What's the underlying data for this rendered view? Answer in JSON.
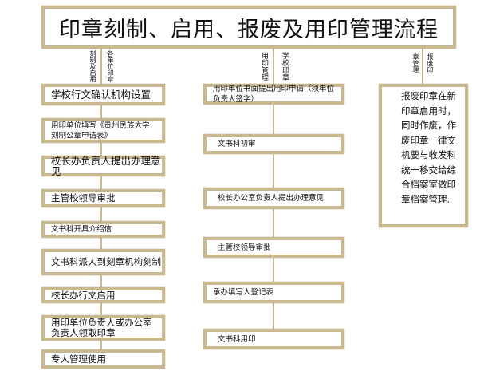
{
  "title": "印章刻制、启用、报废及用印管理流程",
  "columns": [
    {
      "label_left": "刻制及启用",
      "label_right": "各单位印章",
      "steps": [
        "学校行文确认机构设置",
        "用印单位填写《贵州民族大学刻制公章申请表》",
        "校长办负责人提出办理意见",
        "主管校领导审批",
        "文书科开具介绍信",
        "文书科派人到刻章机构刻制",
        "校长办行文启用",
        "用印单位负责人或办公室负责人领取印章",
        "专人管理使用"
      ]
    },
    {
      "label_left": "用印管理",
      "label_right": "学校印章",
      "steps": [
        "用印单位书面提出用印申请（须单位负责人签字）",
        "文书科初审",
        "校长办公室负责人提出办理意见",
        "主管校领导审批",
        "承办填写人登记表",
        "文书科用印"
      ]
    },
    {
      "label_left": "章管理",
      "label_right": "报废印",
      "note": "报废印章在新印章启用时，同时作废，作废印章一律交机要与收发科统一移交给综合档案室做印章档案管理."
    }
  ],
  "colors": {
    "border": "#c9b990"
  }
}
